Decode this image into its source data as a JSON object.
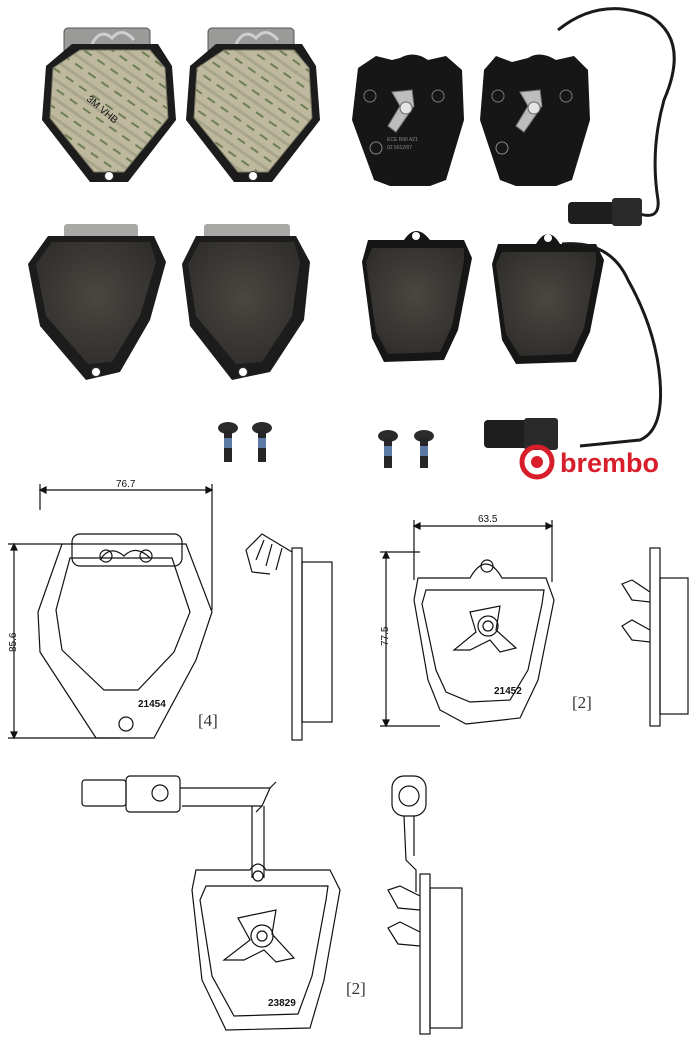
{
  "brand": {
    "name": "brembo",
    "color": "#d81e2a",
    "icon": "brembo-logo-icon"
  },
  "photo_labels": {
    "adhesive_text": "3M VHB",
    "backing_stamp_a": "ECE R90 A21",
    "backing_stamp_b": "02 5012/07"
  },
  "drawings": [
    {
      "part_number": "21454",
      "quantity": "[4]",
      "width_label": "76.7",
      "height_label": "85.6"
    },
    {
      "part_number": "21452",
      "quantity": "[2]",
      "width_label": "63.5",
      "height_label": "77.5"
    },
    {
      "part_number": "23829",
      "quantity": "[2]"
    }
  ],
  "colors": {
    "pad_friction": "#3a3834",
    "backing_plate": "#1a1a1a",
    "adhesive_film": "#b7b39a",
    "line_art": "#111111"
  }
}
